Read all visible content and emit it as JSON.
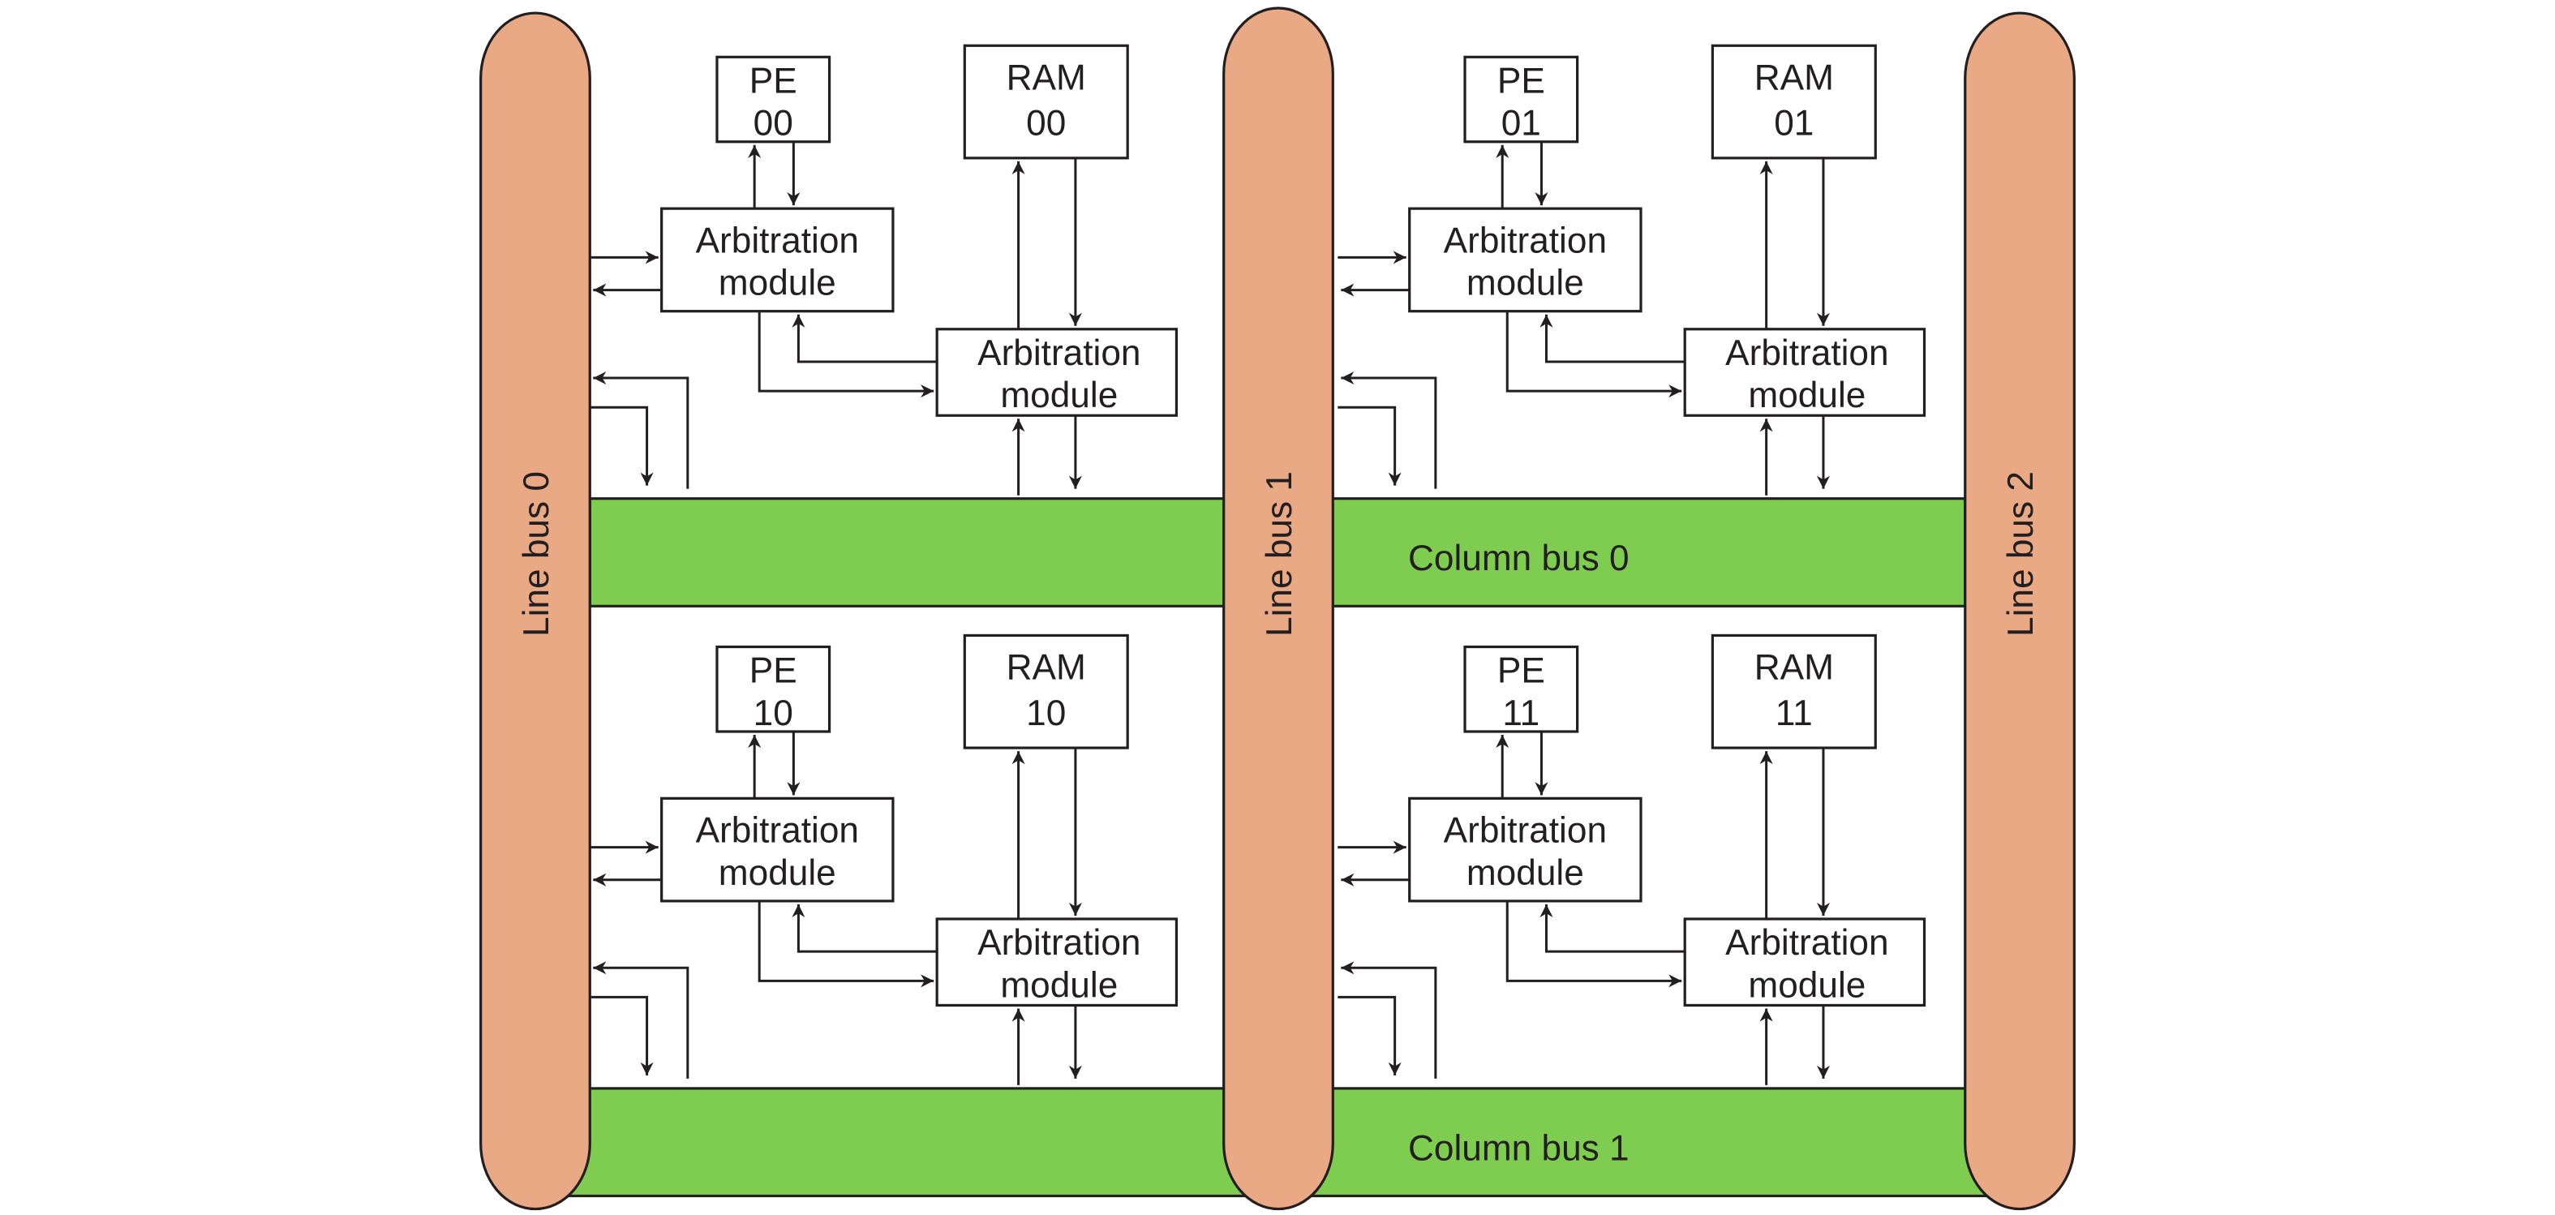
{
  "colors": {
    "line_bus": "#E8A984",
    "column_bus": "#7ECD51",
    "stroke": "#231f20"
  },
  "line_buses": [
    {
      "label": "Line bus 0"
    },
    {
      "label": "Line bus 1"
    },
    {
      "label": "Line bus 2"
    }
  ],
  "column_buses": [
    {
      "label": "Column bus 0"
    },
    {
      "label": "Column bus 1"
    }
  ],
  "arbitration_label": [
    "Arbitration",
    "module"
  ],
  "blocks": [
    {
      "pe": [
        "PE",
        "00"
      ],
      "ram": [
        "RAM",
        "00"
      ]
    },
    {
      "pe": [
        "PE",
        "01"
      ],
      "ram": [
        "RAM",
        "01"
      ]
    },
    {
      "pe": [
        "PE",
        "10"
      ],
      "ram": [
        "RAM",
        "10"
      ]
    },
    {
      "pe": [
        "PE",
        "11"
      ],
      "ram": [
        "RAM",
        "11"
      ]
    }
  ]
}
